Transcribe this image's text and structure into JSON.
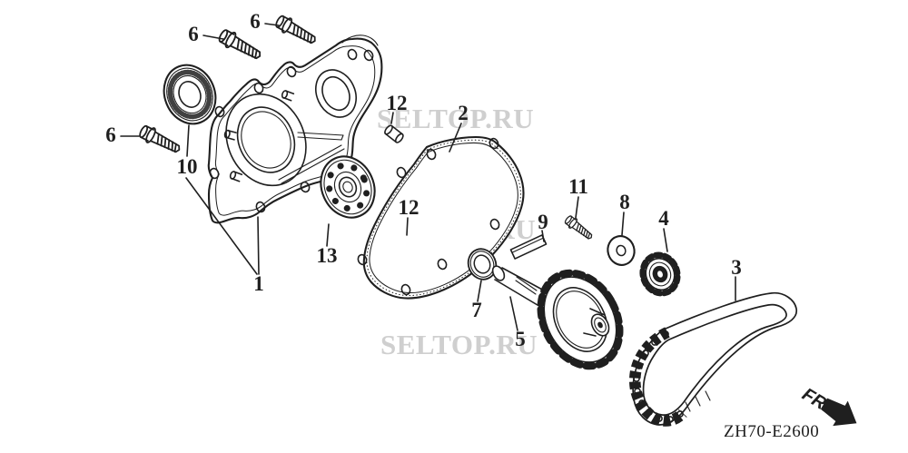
{
  "diagram": {
    "code": "ZH70-E2600",
    "direction_indicator": "FR.",
    "watermark": {
      "text": "SELTOP.RU",
      "count": 3,
      "color": "#cfcfcf"
    },
    "colors": {
      "background": "#ffffff",
      "ink": "#1f1f1f"
    },
    "callouts": {
      "c6_top_left": "6",
      "c6_top_right": "6",
      "c6_left": "6",
      "c10": "10",
      "c1": "1",
      "c13": "13",
      "c12_upper": "12",
      "c12_lower": "12",
      "c2": "2",
      "c7": "7",
      "c9": "9",
      "c11": "11",
      "c8": "8",
      "c4": "4",
      "c5": "5",
      "c3": "3"
    }
  }
}
